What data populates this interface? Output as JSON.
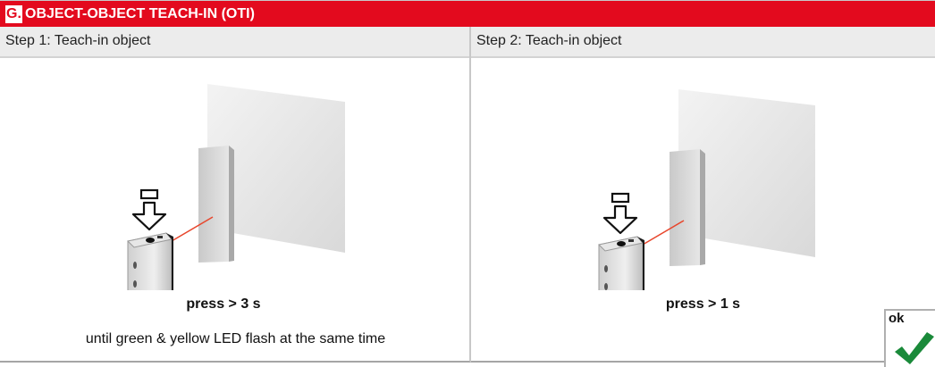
{
  "header": {
    "letter": "G.",
    "title": "OBJECT-OBJECT TEACH-IN (OTI)"
  },
  "steps": [
    {
      "label": "Step 1: Teach-in object",
      "press": "press > 3 s",
      "hint": "until green & yellow LED flash at the same time"
    },
    {
      "label": "Step 2: Teach-in object",
      "press": "press > 1 s"
    }
  ],
  "ok": {
    "label": "ok"
  },
  "colors": {
    "brand_red": "#e30a1e",
    "beam": "#e8462c",
    "check_green": "#1a8a3a"
  }
}
